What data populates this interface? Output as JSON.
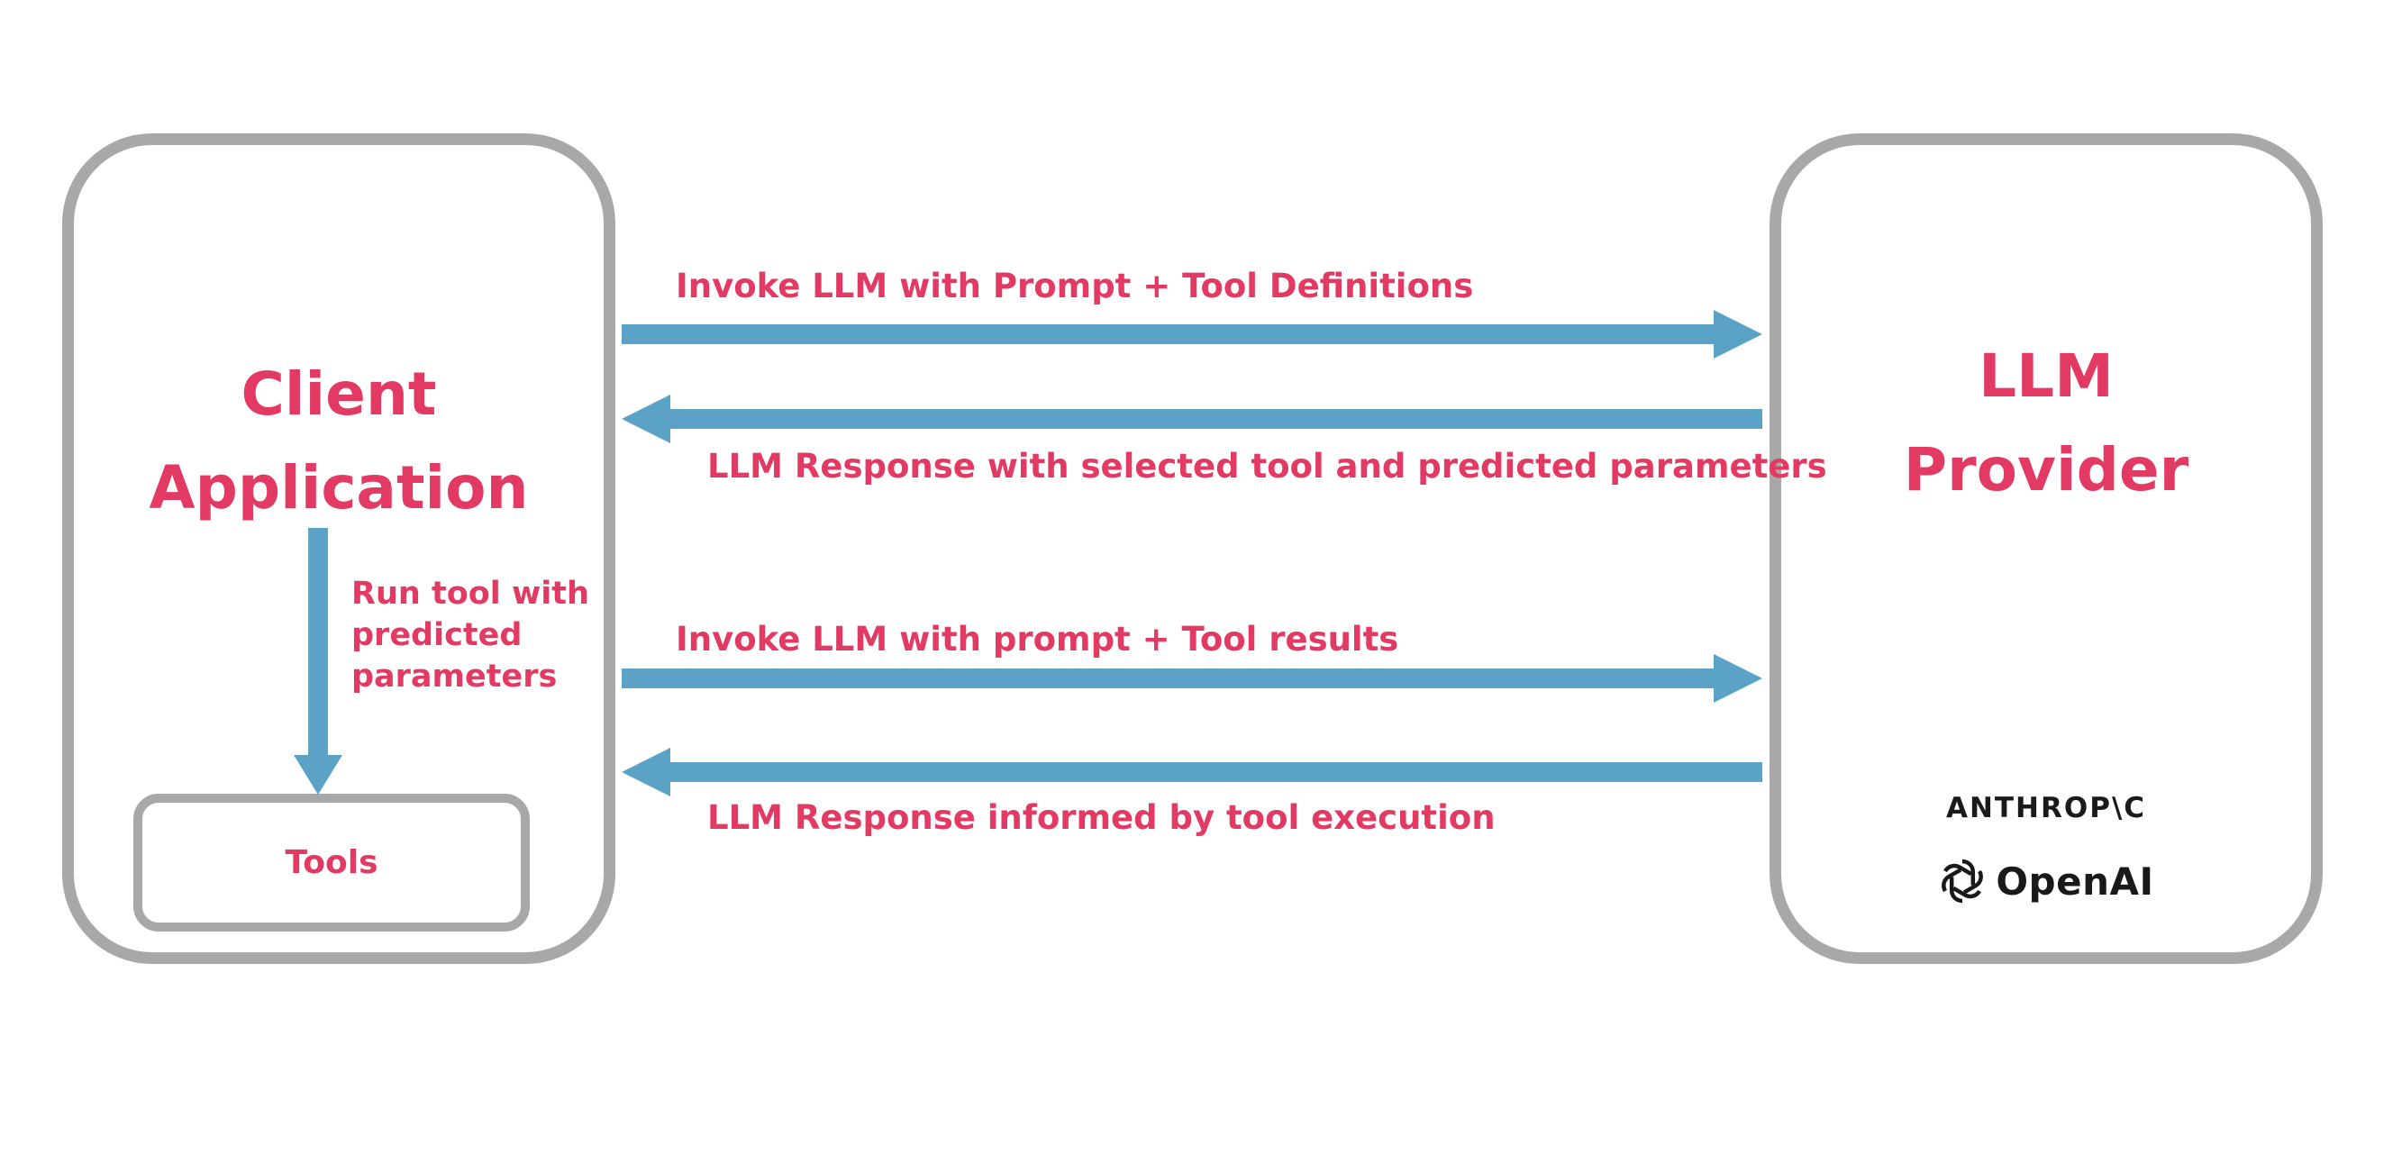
{
  "diagram": {
    "client_box": {
      "title": "Client\nApplication",
      "run_tool_label": "Run tool with\npredicted\nparameters",
      "tools_label": "Tools"
    },
    "provider_box": {
      "title": "LLM\nProvider",
      "anthropic_label": "ANTHROP\\C",
      "openai_label": "OpenAI"
    },
    "arrows": [
      {
        "label": "Invoke LLM with Prompt + Tool Definitions",
        "direction": "right"
      },
      {
        "label": "LLM Response with selected tool and predicted parameters",
        "direction": "left"
      },
      {
        "label": "Invoke LLM with prompt + Tool results",
        "direction": "right"
      },
      {
        "label": "LLM Response informed by tool execution",
        "direction": "left"
      }
    ],
    "colors": {
      "accent_pink": "#e23a63",
      "arrow_blue": "#5aa3c6",
      "border_gray": "#a8a8a8",
      "text_black": "#1a1a1a"
    }
  }
}
